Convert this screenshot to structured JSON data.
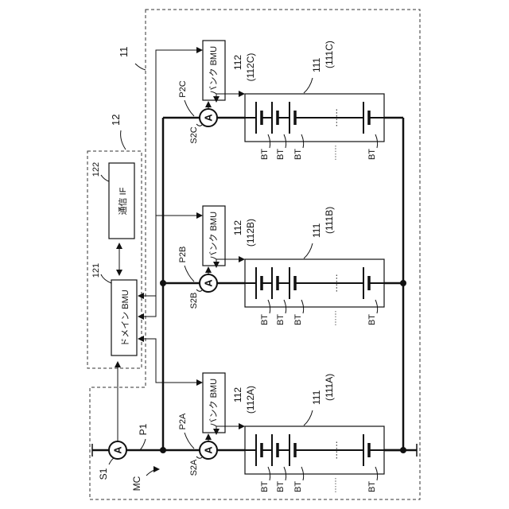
{
  "labels": {
    "sys11": "11",
    "dom12": "12",
    "mc": "MC",
    "s1": "S1",
    "p1": "P1",
    "ammeter": "A",
    "bt": "BT",
    "dots": "……"
  },
  "domain": {
    "bmu_num": "121",
    "bmu_label": "ドメイン BMU",
    "if_num": "122",
    "if_label": "通信 IF"
  },
  "banks": [
    {
      "id": "a",
      "p2": "P2A",
      "s2": "S2A",
      "bmu_num": "112",
      "bmu_sub": "(112A)",
      "bmu_label": "バンク BMU",
      "bat_num": "111",
      "bat_sub": "(111A)"
    },
    {
      "id": "b",
      "p2": "P2B",
      "s2": "S2B",
      "bmu_num": "112",
      "bmu_sub": "(112B)",
      "bmu_label": "バンク BMU",
      "bat_num": "111",
      "bat_sub": "(111B)"
    },
    {
      "id": "c",
      "p2": "P2C",
      "s2": "S2C",
      "bmu_num": "112",
      "bmu_sub": "(112C)",
      "bmu_label": "バンク BMU",
      "bat_num": "111",
      "bat_sub": "(111C)"
    }
  ]
}
